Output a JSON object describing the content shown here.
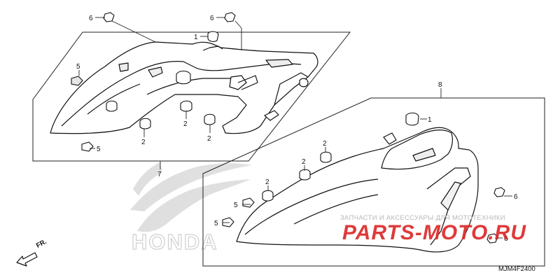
{
  "callouts": {
    "c6a": "6",
    "c6b": "6",
    "c1a": "1",
    "c5a": "5",
    "c5b": "5",
    "c2a": "2",
    "c2b": "2",
    "c2c": "2",
    "c7": "7",
    "c8": "8",
    "c1b": "1",
    "c2d": "2",
    "c2e": "2",
    "c2f": "2",
    "c5c": "5",
    "c5d": "5",
    "c6c": "6",
    "c6d": "6"
  },
  "background_logo": "HONDA",
  "watermark": {
    "subtitle": "ЗАПЧАСТИ И АКСЕССУАРЫ ДЛЯ МОТОТЕХНИКИ",
    "brand": "PARTS-MOTO.RU",
    "brand_color": "#dc2a2a"
  },
  "direction_arrow": {
    "label": "FR."
  },
  "diagram_code": "MJM4F2400"
}
